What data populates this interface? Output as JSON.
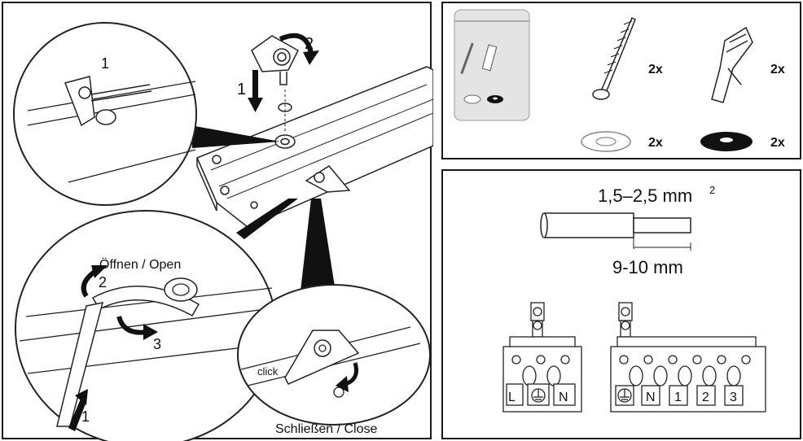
{
  "mounting": {
    "detail_top_step": "1",
    "step_down": "1",
    "step_rotate": "2",
    "open_label": "Öffnen / Open",
    "open_step_rotate": "2",
    "open_step_push": "1",
    "open_step_lift": "3",
    "click_label": "click",
    "close_label": "Schließen / Close"
  },
  "parts": {
    "screw_qty": "2x",
    "dowel_qty": "2x",
    "washer_qty": "2x",
    "rubber_washer_qty": "2x"
  },
  "wiring": {
    "cross_section": "1,5–2,5 mm",
    "cross_section_sup": "2",
    "strip_length": "9-10 mm",
    "terminal_a": [
      "L",
      "N"
    ],
    "terminal_b": [
      "N",
      "1",
      "2",
      "3"
    ]
  }
}
